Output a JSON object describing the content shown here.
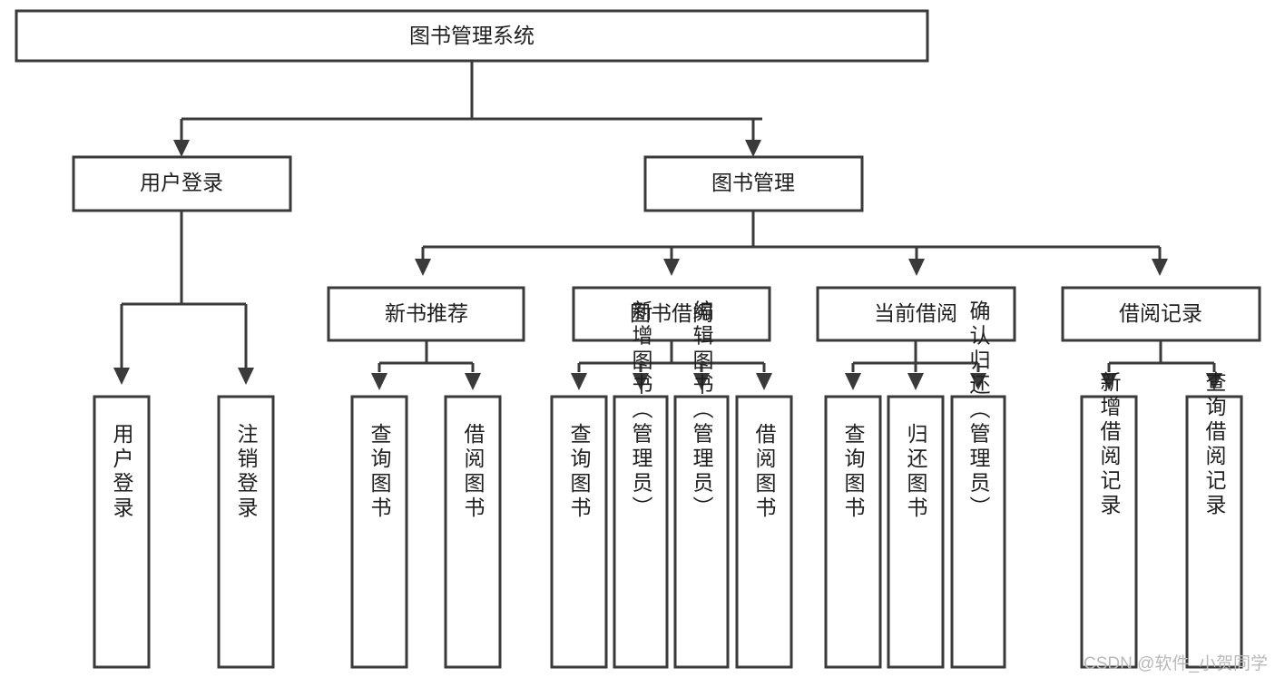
{
  "diagram": {
    "type": "tree-hierarchy",
    "title": "图书管理系统",
    "watermark": "CSDN @软件_小贺同学",
    "colors": {
      "box_stroke": "#3a3a3a",
      "box_fill": "#ffffff",
      "connector": "#3a3a3a",
      "text": "#1f1f1f",
      "watermark": "#b9b9b9",
      "background": "#ffffff"
    },
    "levels": {
      "root": {
        "label": "图书管理系统"
      },
      "level2": [
        {
          "label": "用户登录"
        },
        {
          "label": "图书管理"
        }
      ],
      "level3": [
        {
          "label": "新书推荐"
        },
        {
          "label": "图书借阅"
        },
        {
          "label": "当前借阅"
        },
        {
          "label": "借阅记录"
        }
      ],
      "leaves": [
        {
          "label": "用户登录",
          "parent": "用户登录"
        },
        {
          "label": "注销登录",
          "parent": "用户登录"
        },
        {
          "label": "查询图书",
          "parent": "新书推荐"
        },
        {
          "label": "借阅图书",
          "parent": "新书推荐"
        },
        {
          "label": "查询图书",
          "parent": "图书借阅"
        },
        {
          "label": "新增图书（管理员）",
          "parent": "图书借阅"
        },
        {
          "label": "编辑图书（管理员）",
          "parent": "图书借阅"
        },
        {
          "label": "借阅图书",
          "parent": "图书借阅"
        },
        {
          "label": "查询图书",
          "parent": "当前借阅"
        },
        {
          "label": "归还图书",
          "parent": "当前借阅"
        },
        {
          "label": "确认归还（管理员）",
          "parent": "当前借阅"
        },
        {
          "label": "新增借阅记录",
          "parent": "借阅记录"
        },
        {
          "label": "查询借阅记录",
          "parent": "借阅记录"
        }
      ]
    }
  }
}
